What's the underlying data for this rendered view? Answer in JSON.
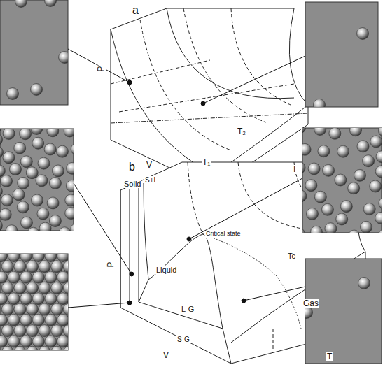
{
  "diagram": {
    "labels": [
      "a",
      "P",
      "V",
      "T",
      "T₂",
      "T₁",
      "b",
      "Solid",
      "S+L",
      "Critical state",
      "Liquid",
      "Tc",
      "L-G",
      "Gas",
      "S-G",
      "P",
      "V",
      "T"
    ]
  }
}
